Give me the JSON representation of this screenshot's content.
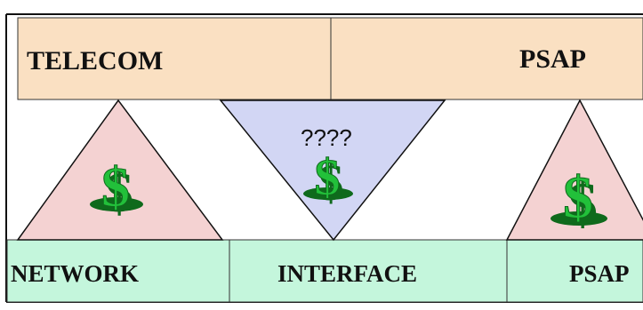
{
  "top_row": {
    "left_label": "TELECOM",
    "right_label": "PSAP"
  },
  "middle": {
    "question_label": "????",
    "dollar_symbol": "$"
  },
  "bottom_row": {
    "cells": [
      "NETWORK",
      "INTERFACE",
      "PSAP"
    ]
  },
  "colors": {
    "top_box": "#fae0c2",
    "bottom_box": "#c4f6dc",
    "up_triangle": "#f4d2d2",
    "down_triangle": "#d2d6f4",
    "dollar_green": "#22c03a",
    "dollar_dark": "#0f6a1c",
    "outline": "#111111"
  }
}
